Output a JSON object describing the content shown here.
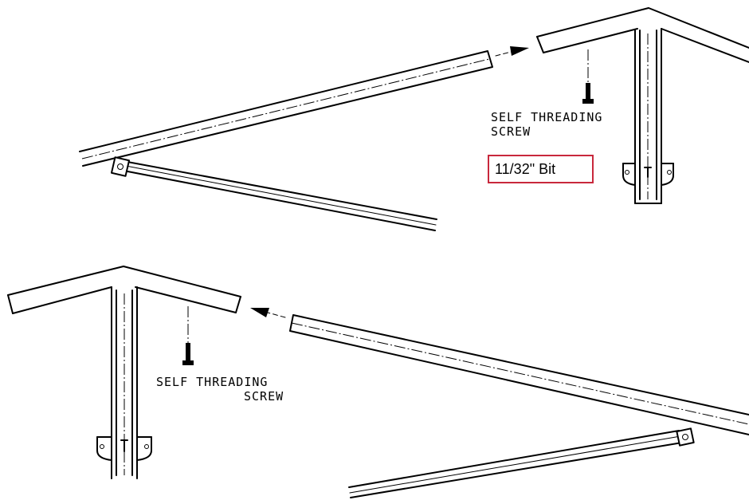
{
  "labels": {
    "screw_top_line1": "SELF THREADING",
    "screw_top_line2": "SCREW",
    "screw_bottom_line1": "SELF THREADING",
    "screw_bottom_line2": "SCREW",
    "bit_callout": "11/32\" Bit"
  },
  "colors": {
    "line": "#000000",
    "callout_border": "#c8283c",
    "background": "#ffffff"
  }
}
